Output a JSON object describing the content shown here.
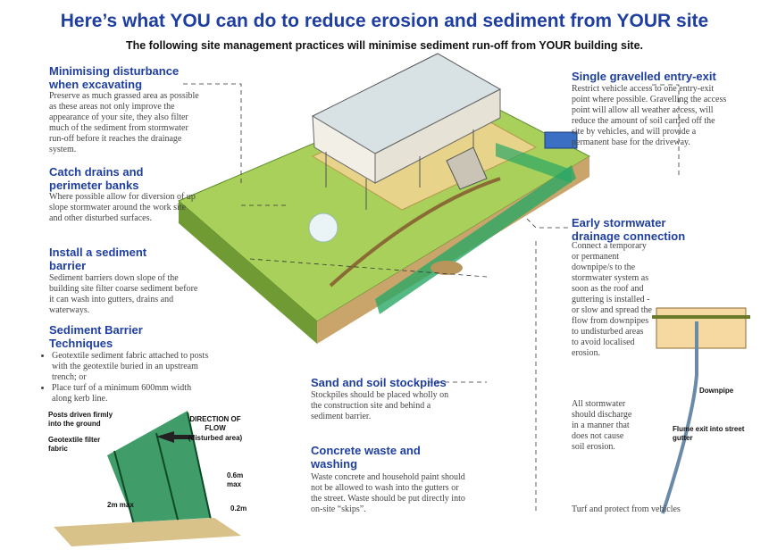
{
  "title": "Here’s what YOU can do to reduce erosion and sediment from YOUR site",
  "subtitle": "The following site management practices will minimise sediment run-off from YOUR building site.",
  "sections": {
    "minimising": {
      "heading": "Minimising disturbance when excavating",
      "body": "Preserve as much grassed area as possible as these areas not only improve the appearance of your site, they also filter much of the sediment from stormwater run-off before it reaches the drainage system."
    },
    "catch_drains": {
      "heading": "Catch drains and perimeter banks",
      "body": "Where possible allow for diversion of up slope stormwater around the work site and other disturbed surfaces."
    },
    "sediment_barrier": {
      "heading": "Install a sediment barrier",
      "body": "Sediment barriers down slope of the building site filter coarse sediment before it can wash into gutters, drains and waterways."
    },
    "techniques": {
      "heading": "Sediment Barrier Techniques",
      "items": [
        "Geotextile sediment fabric attached to posts with the geotextile buried in an upstream trench; or",
        "Place turf of a minimum 600mm width along kerb line."
      ]
    },
    "gravel": {
      "heading": "Single gravelled entry-exit",
      "body": "Restrict vehicle access to one entry-exit point where possible. Gravelling the access point will allow all weather access, will reduce the amount of soil carried off the site by vehicles, and will provide a permanent base for the driveway."
    },
    "stormwater": {
      "heading": "Early stormwater drainage connection",
      "body": "Connect a temporary or permanent downpipe/s to the stormwater system as soon as the roof and guttering is installed - or slow and spread the flow from downpipes to undisturbed areas to avoid localised erosion."
    },
    "discharge": {
      "body": "All stormwater should discharge in a manner that does not cause soil erosion."
    },
    "stockpiles": {
      "heading": "Sand and soil stockpiles",
      "body": "Stockpiles should be placed wholly on the construction site and behind a sediment barrier."
    },
    "concrete": {
      "heading": "Concrete waste and washing",
      "body": "Waste concrete and household paint should not be allowed to wash into the gutters or the street. Waste should be put directly into on-site “skips”."
    },
    "turf_note": "Turf and protect from vehicles"
  },
  "diagram_labels": {
    "posts": "Posts driven firmly into the ground",
    "geotextile": "Geotextile filter fabric",
    "direction": "DIRECTION OF FLOW",
    "direction_sub": "(disturbed area)",
    "height": "0.6m max",
    "spacing": "2m max",
    "depth": "0.2m",
    "downpipe": "Downpipe",
    "flume": "Flume exit into street gutter"
  },
  "colors": {
    "heading": "#1f3fa0",
    "grass": "#8fc441",
    "fence": "#1e8b4f"
  }
}
